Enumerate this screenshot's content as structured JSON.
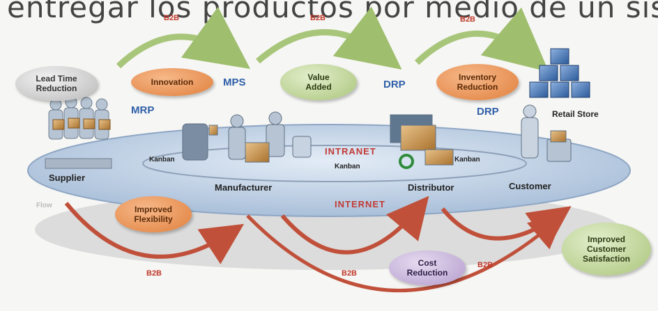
{
  "caption": "entregar los productos por medio de un siste",
  "b2b": [
    "B2B",
    "B2B",
    "B2B",
    "B2B",
    "B2B",
    "B2B"
  ],
  "bubbles": {
    "lead_time": "Lead Time\nReduction",
    "innovation": "Innovation",
    "value_added": "Value\nAdded",
    "inventory": "Inventory\nReduction",
    "improved_flexibility": "Improved\nFlexibility",
    "cost_reduction": "Cost\nReduction",
    "customer_satisfaction": "Improved\nCustomer\nSatisfaction"
  },
  "flows": {
    "mrp": "MRP",
    "mps": "MPS",
    "drp1": "DRP",
    "drp2": "DRP"
  },
  "nodes": {
    "supplier": "Supplier",
    "manufacturer": "Manufacturer",
    "distributor": "Distributor",
    "customer": "Customer",
    "retail": "Retail Store"
  },
  "network": {
    "intranet": "INTRANET",
    "internet": "INTERNET",
    "kanban1": "Kanban",
    "kanban2": "Kanban",
    "kanban3": "Kanban",
    "flow": "Flow"
  }
}
